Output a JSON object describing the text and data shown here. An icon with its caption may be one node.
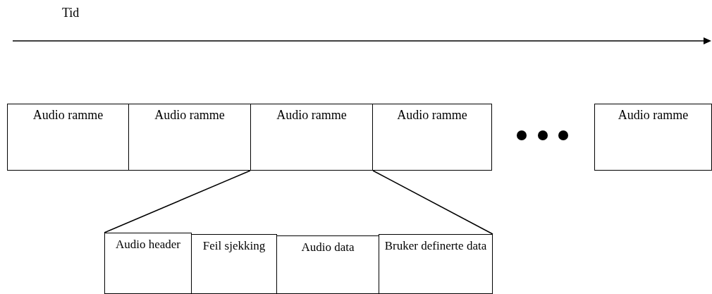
{
  "diagram": {
    "nodes": [
      {
        "text": [
          "Audio ramme"
        ]
      },
      {
        "text": [
          "Audio ramme"
        ]
      },
      {
        "text": [
          "Audio ramme"
        ]
      },
      {
        "text": [
          "Audio ramme"
        ]
      },
      {
        "text": [
          "Audio ramme"
        ]
      },
      {
        "text": [
          "Audio header"
        ]
      },
      {
        "text": [
          "Feil sjekking"
        ]
      },
      {
        "text": [
          "Audio data"
        ]
      },
      {
        "text": [
          "Bruker definerte data"
        ]
      }
    ],
    "edges": [
      {
        "from": 2,
        "to": 5,
        "arrow": "none"
      },
      {
        "from": 2,
        "to": 8,
        "arrow": "none"
      }
    ],
    "labels": [
      "Tid"
    ]
  }
}
